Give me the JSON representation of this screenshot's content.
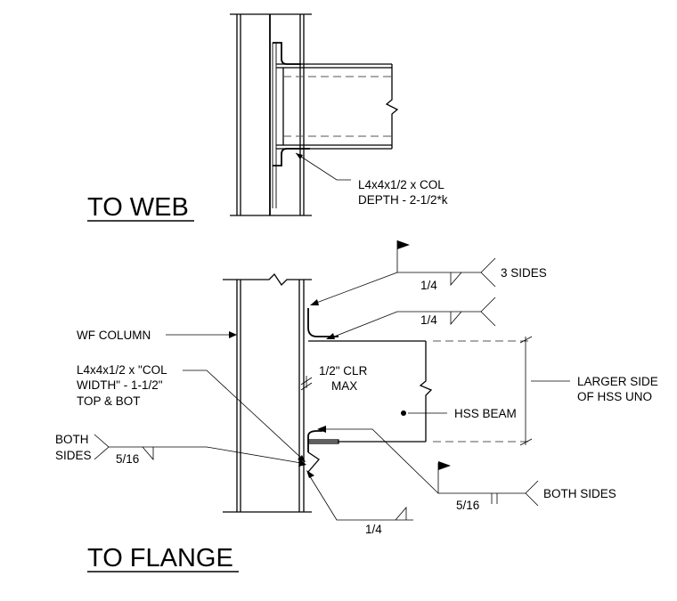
{
  "titles": {
    "to_web": "TO WEB",
    "to_flange": "TO FLANGE"
  },
  "notes": {
    "web_angle_line1": "L4x4x1/2 x COL",
    "web_angle_line2": "DEPTH - 2-1/2*k",
    "flange_angle_line1": "L4x4x1/2 x \"COL",
    "flange_angle_line2": "WIDTH\" - 1-1/2\"",
    "flange_angle_line3": "TOP & BOT",
    "wf_column": "WF COLUMN",
    "clr_line1": "1/2\" CLR",
    "clr_line2": "MAX",
    "hss_beam": "HSS BEAM",
    "larger_side_line1": "LARGER SIDE",
    "larger_side_line2": "OF HSS UNO"
  },
  "welds": {
    "top_weld_1": "1/4",
    "top_weld_2": "1/4",
    "three_sides": "3 SIDES",
    "both_sides_left_line1": "BOTH",
    "both_sides_left_line2": "SIDES",
    "left_weld_size": "5/16",
    "bottom_right_weld_size": "5/16",
    "both_sides_right": "BOTH SIDES",
    "bottom_weld_size": "1/4"
  },
  "colors": {
    "line": "#000000",
    "background": "#ffffff"
  }
}
